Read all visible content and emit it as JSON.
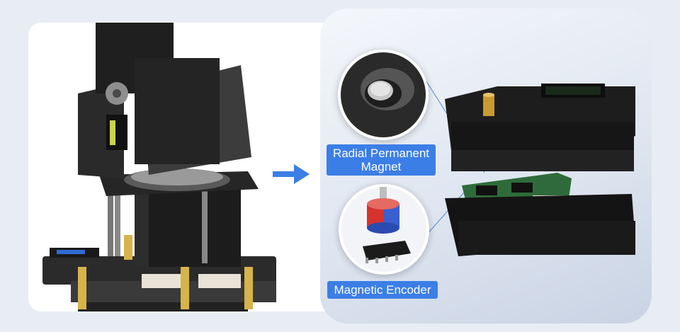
{
  "callouts": {
    "radial_magnet": [
      "Radial Permanent",
      "Magnet"
    ],
    "magnetic_encoder": "Magnetic Encoder"
  },
  "colors": {
    "accent": "#3b7ee6",
    "background": "#e8edf5"
  },
  "icons": {
    "arrow": "arrow-right-icon"
  }
}
